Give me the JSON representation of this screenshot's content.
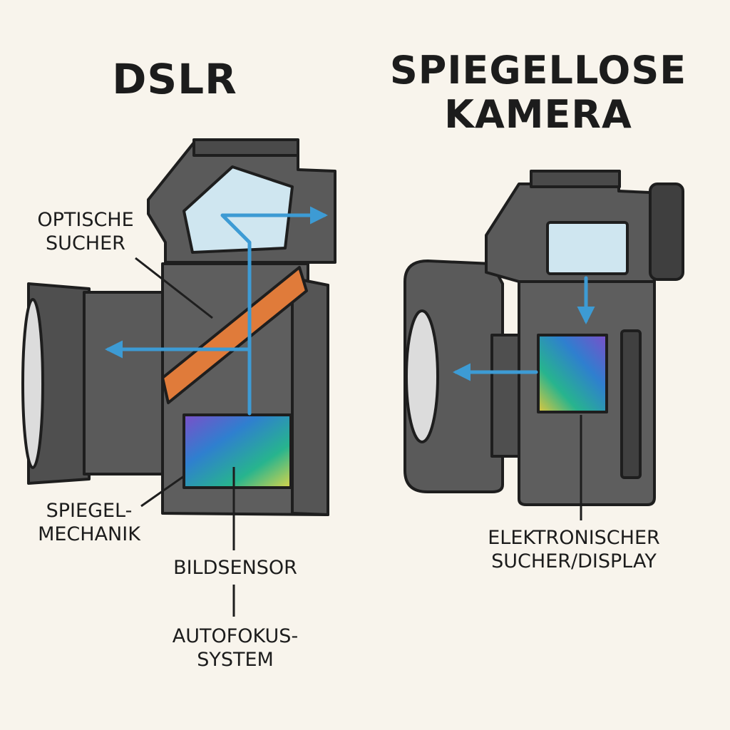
{
  "titles": {
    "dslr": "DSLR",
    "mirrorless": "SPIEGELLOSE\nKAMERA"
  },
  "labels": {
    "optical_viewfinder": "OPTISCHE\nSUCHER",
    "mirror_mechanism": "SPIEGEL-\nMECHANIK",
    "image_sensor": "BILDSENSOR",
    "autofocus_system": "AUTOFOKUS-\nSYSTEM",
    "electronic_viewfinder": "ELEKTRONISCHER\nSUCHER/DISPLAY"
  },
  "colors": {
    "background": "#f8f4ec",
    "body": "#5e5e5e",
    "outline": "#1e1e1e",
    "light_ray": "#3d9bd4",
    "mirror": "#e07b3a",
    "prism": "#cfe6f0",
    "sensor_gradient": [
      "#7b4fc9",
      "#2f7fcf",
      "#27b48e",
      "#d8d44a"
    ]
  }
}
